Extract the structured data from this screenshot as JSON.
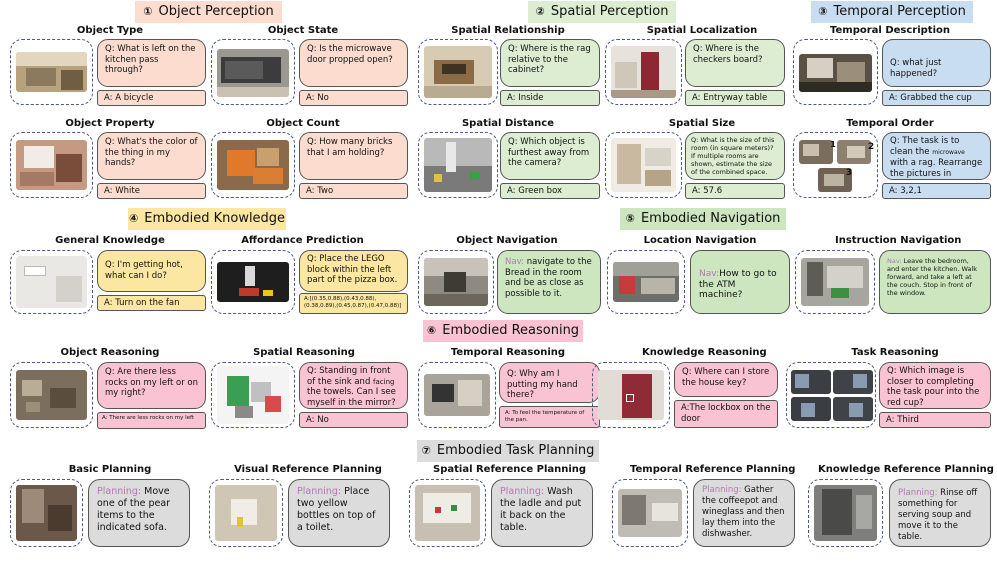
{
  "sections": {
    "perception": {
      "num": "①",
      "title": "Object Perception",
      "color": "#fbdccf"
    },
    "spatial": {
      "num": "②",
      "title": "Spatial Perception",
      "color": "#dcedd2"
    },
    "temporal": {
      "num": "③",
      "title": "Temporal Perception",
      "color": "#c9ddf0"
    },
    "knowledge": {
      "num": "④",
      "title": "Embodied Knowledge",
      "color": "#fbe6a2"
    },
    "navigation": {
      "num": "⑤",
      "title": "Embodied Navigation",
      "color": "#cde6c0"
    },
    "reasoning": {
      "num": "⑥",
      "title": "Embodied Reasoning",
      "color": "#f9c3d3"
    },
    "planning": {
      "num": "⑦",
      "title": "Embodied Task Planning",
      "color": "#dcdcdc"
    }
  },
  "perception": [
    {
      "title": "Object Type",
      "q": "Q: What is left on the kitchen pass through?",
      "a": "A: A bicycle"
    },
    {
      "title": "Object State",
      "q": "Q: Is the microwave door propped open?",
      "a": "A: No"
    },
    {
      "title": "Object Property",
      "q": "Q: What's the color of the thing in my hands?",
      "a": "A: White"
    },
    {
      "title": "Object Count",
      "q": "Q: How many bricks that I am holding?",
      "a": "A: Two"
    }
  ],
  "spatial": [
    {
      "title": "Spatial Relationship",
      "q": "Q: Where is the rag relative to the cabinet?",
      "a": "A: Inside"
    },
    {
      "title": "Spatial Localization",
      "q": "Q: Where is the checkers board?",
      "a": "A: Entryway table"
    },
    {
      "title": "Spatial Distance",
      "q": "Q: Which object is furthest away from the camera?",
      "a": "A: Green box"
    },
    {
      "title": "Spatial Size",
      "q": "Q: What is the size of this room (in square meters)? If multiple rooms are shown, estimate the size of the combined space.",
      "a": "A: 57.6"
    }
  ],
  "temporal": [
    {
      "title": "Temporal Description",
      "q": "Q: what just happened?",
      "a": "A: Grabbed the cup"
    },
    {
      "title": "Temporal Order",
      "q1": "Q: The task is to clean the ",
      "q_small": "microwave",
      "q2": " with a rag. Rearrange the pictures in chronological order.",
      "a": "A: 3,2,1",
      "labels": [
        "1",
        "2",
        "3"
      ]
    }
  ],
  "knowledge": [
    {
      "title": "General Knowledge",
      "q": "Q: I'm getting hot, what can I do?",
      "a": "A: Turn on the fan"
    },
    {
      "title": "Affordance Prediction",
      "q": "Q: Place the LEGO block within the left part of the pizza box.",
      "a": "A:[(0.35,0.88),(0.43,0.88),(0.38,0.89),(0.45,0.87),(0.47,0.88)]"
    }
  ],
  "navigation": [
    {
      "title": "Object Navigation",
      "key": "Nav:",
      "q": " navigate to the Bread in the room and be as close as possible to it."
    },
    {
      "title": "Location Navigation",
      "key": "Nav:",
      "q": "How to go to the ATM machine?"
    },
    {
      "title": "Instruction Navigation",
      "key": "Nav:",
      "q": " Leave the bedroom, and enter the kitchen. Walk forward, and take a left at the couch. Stop in front of the window."
    }
  ],
  "reasoning": [
    {
      "title": "Object Reasoning",
      "q": "Q: Are there less rocks on my left or on my right?",
      "a": "A: There are less rocks on my left"
    },
    {
      "title": "Spatial Reasoning",
      "q1": "Q: Standing in front of the sink and ",
      "q_small": "facing",
      "q2": " the towels. Can I see myself in the mirror?",
      "a": "A: No"
    },
    {
      "title": "Temporal Reasoning",
      "q": "Q: Why am I putting my hand there?",
      "a": "A: To feel the temperature of the pan."
    },
    {
      "title": "Knowledge Reasoning",
      "q": "Q: Where can I store the house key?",
      "a": "A:The lockbox on the door"
    },
    {
      "title": "Task Reasoning",
      "q": "Q: Which image is closer to completing the task pour into the red cup?",
      "a": "A: Third"
    }
  ],
  "planning": [
    {
      "title": "Basic Planning",
      "key": "Planning:",
      "text": "  Move one of the pear items to the indicated sofa."
    },
    {
      "title": "Visual Reference Planning",
      "key": "Planning:",
      "text": " Place two yellow bottles on top of a toilet."
    },
    {
      "title": "Spatial Reference Planning",
      "key": "Planning:",
      "text": " Wash the ladle and put it back on the table."
    },
    {
      "title": "Temporal Reference Planning",
      "key": "Planning:",
      "text": " Gather the coffeepot and wineglass and then lay them into the dishwasher."
    },
    {
      "title": "Knowledge Reference Planning",
      "key": "Planning:",
      "text": " Rinse off something for serving soup and move it to the table."
    }
  ]
}
